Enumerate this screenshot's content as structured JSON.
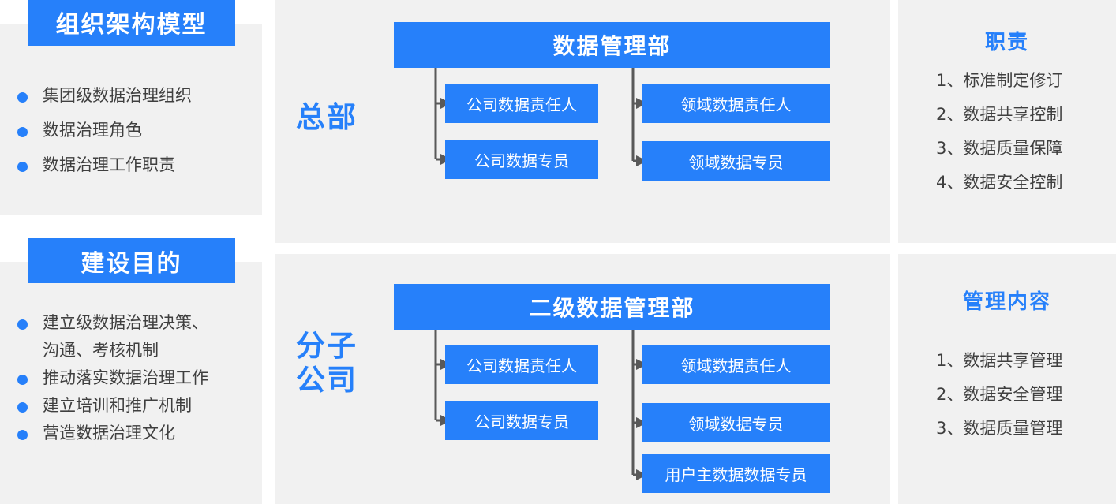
{
  "theme": {
    "accent": "#2680fa",
    "panel_bg": "#f1f1f1",
    "page_bg": "#ffffff",
    "text": "#3f3f3f",
    "connector": "#595959"
  },
  "left_column": {
    "top_panel": {
      "badge_label": "组织架构模型",
      "bullets": [
        "集团级数据治理组织",
        "数据治理角色",
        "数据治理工作职责"
      ]
    },
    "bottom_panel": {
      "badge_label": "建设目的",
      "bullets": [
        "建立级数据治理决策、",
        "沟通、考核机制",
        "推动落实数据治理工作",
        "建立培训和推广机制",
        "营造数据治理文化"
      ],
      "bullet_has_dot": [
        true,
        false,
        true,
        true,
        true
      ]
    }
  },
  "center_column": {
    "top_chart": {
      "side_label": "总部",
      "header": "数据管理部",
      "left_boxes": [
        "公司数据责任人",
        "公司数据专员"
      ],
      "right_boxes": [
        "领域数据责任人",
        "领域数据专员"
      ]
    },
    "bottom_chart": {
      "side_label_line1": "分子",
      "side_label_line2": "公司",
      "header": "二级数据管理部",
      "left_boxes": [
        "公司数据责任人",
        "公司数据专员"
      ],
      "right_boxes": [
        "领域数据责任人",
        "领域数据专员",
        "用户主数据数据专员"
      ]
    }
  },
  "right_column": {
    "top_panel": {
      "title": "职责",
      "items": [
        "1、标准制定修订",
        "2、数据共享控制",
        "3、数据质量保障",
        "4、数据安全控制"
      ]
    },
    "bottom_panel": {
      "title": "管理内容",
      "items": [
        "1、数据共享管理",
        "2、数据安全管理",
        "3、数据质量管理"
      ]
    }
  }
}
